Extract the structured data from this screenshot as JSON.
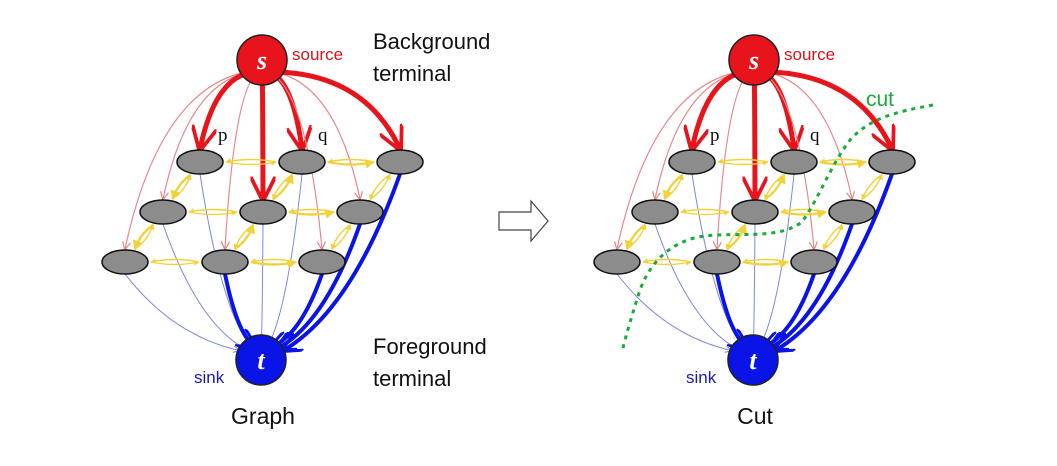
{
  "left_panel": {
    "caption": "Graph",
    "source_node_label": "s",
    "source_text": "source",
    "sink_node_label": "t",
    "sink_text": "sink",
    "pixel_p": "p",
    "pixel_q": "q",
    "background_line1": "Background",
    "background_line2": "terminal",
    "foreground_line1": "Foreground",
    "foreground_line2": "terminal"
  },
  "right_panel": {
    "caption": "Cut",
    "source_node_label": "s",
    "source_text": "source",
    "sink_node_label": "t",
    "sink_text": "sink",
    "pixel_p": "p",
    "pixel_q": "q",
    "cut_label": "cut"
  },
  "colors": {
    "source": "#e8141b",
    "sink": "#0a14e6",
    "pixel": "#8c8c8c",
    "neighbor_link": "#f2d23a",
    "cut": "#1aaa3a",
    "source_text": "#d4151a",
    "sink_text": "#1a1ab0"
  },
  "icons": {
    "transition_arrow": "hollow-right-arrow-icon"
  }
}
